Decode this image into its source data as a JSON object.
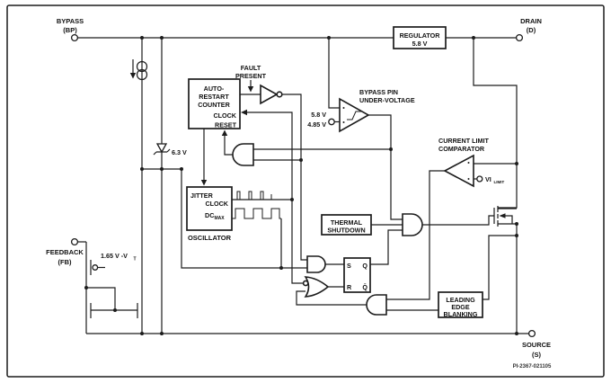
{
  "diagram": {
    "part_number": "PI-2367-021105",
    "colors": {
      "line": "#1c1c1c",
      "background": "#ffffff"
    },
    "terminals": {
      "bypass": {
        "l1": "BYPASS",
        "l2": "(BP)"
      },
      "drain": {
        "l1": "DRAIN",
        "l2": "(D)"
      },
      "feedback": {
        "l1": "FEEDBACK",
        "l2": "(FB)"
      },
      "source": {
        "l1": "SOURCE",
        "l2": "(S)"
      }
    },
    "blocks": {
      "regulator": {
        "l1": "REGULATOR",
        "l2": "5.8 V"
      },
      "counter": {
        "l1": "AUTO-",
        "l2": "RESTART",
        "l3": "COUNTER",
        "clock": "CLOCK",
        "reset": "RESET"
      },
      "oscillator": {
        "jitter": "JITTER",
        "clock": "CLOCK",
        "dc": "DC",
        "dc_sub": "MAX",
        "caption": "OSCILLATOR"
      },
      "thermal": {
        "l1": "THERMAL",
        "l2": "SHUTDOWN"
      },
      "uv_comparator": {
        "l1": "BYPASS PIN",
        "l2": "UNDER-VOLTAGE"
      },
      "cl_comparator": {
        "l1": "CURRENT LIMIT",
        "l2": "COMPARATOR"
      },
      "latch": {
        "s": "S",
        "q": "Q",
        "r": "R",
        "qbar": "Q̄"
      },
      "leb": {
        "l1": "LEADING",
        "l2": "EDGE",
        "l3": "BLANKING"
      }
    },
    "labels": {
      "fault1": "FAULT",
      "fault2": "PRESENT",
      "uv_hi": "5.8 V",
      "uv_lo": "4.85 V",
      "zener": "6.3 V",
      "fb_ref": "1.65 V -V",
      "fb_ref_sub": "T",
      "vilimit": "VI",
      "vilimit_sub": "LIMIT"
    }
  }
}
